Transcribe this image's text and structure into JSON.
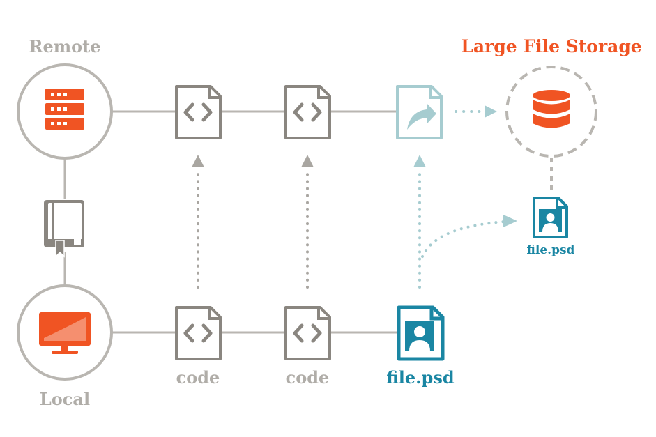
{
  "labels": {
    "remote": "Remote",
    "local": "Local",
    "lfs_title": "Large File Storage",
    "code_1": "code",
    "code_2": "code",
    "psd_local": "file.psd",
    "psd_remote": "file.psd"
  },
  "colors": {
    "gray": "#a9a6a1",
    "dark_gray": "#8a8680",
    "orange": "#f05423",
    "teal": "#1a86a3",
    "light_teal": "#a6ccd0",
    "text_gray": "#b0ada8"
  },
  "icons": {
    "remote_node": "server-icon",
    "local_node": "monitor-icon",
    "history": "book-icon",
    "code_file": "code-file-icon",
    "pointer_file": "pointer-file-icon",
    "image_file": "image-file-icon",
    "storage": "database-icon"
  }
}
